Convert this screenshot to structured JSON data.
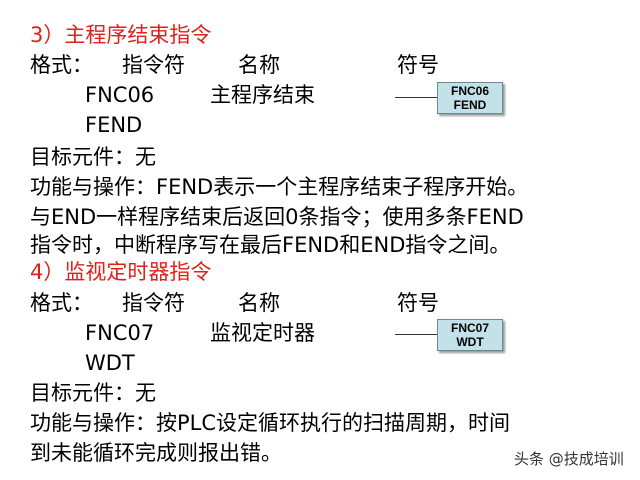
{
  "section3": {
    "title": "3）主程序结束指令",
    "format_label": "格式：",
    "col_mnemonic": "指令符",
    "col_name": "名称",
    "col_symbol": "符号",
    "code": "FNC06",
    "name": "主程序结束",
    "mnemonic": "FEND",
    "symbol_line1": "FNC06",
    "symbol_line2": "FEND",
    "target": "目标元件：无",
    "func1": "功能与操作：FEND表示一个主程序结束子程序开始。",
    "func2": "与END一样程序结束后返回0条指令；使用多条FEND",
    "func3": "指令时，中断程序写在最后FEND和END指令之间。"
  },
  "section4": {
    "title": "4）监视定时器指令",
    "format_label": "格式：",
    "col_mnemonic": "指令符",
    "col_name": "名称",
    "col_symbol": "符号",
    "code": "FNC07",
    "name": "监视定时器",
    "mnemonic": "WDT",
    "symbol_line1": "FNC07",
    "symbol_line2": "WDT",
    "target": "目标元件：无",
    "func1": "功能与操作：按PLC设定循环执行的扫描周期，时间",
    "func2": "到未能循环完成则报出错。"
  },
  "watermark": "头条 @技成培训"
}
